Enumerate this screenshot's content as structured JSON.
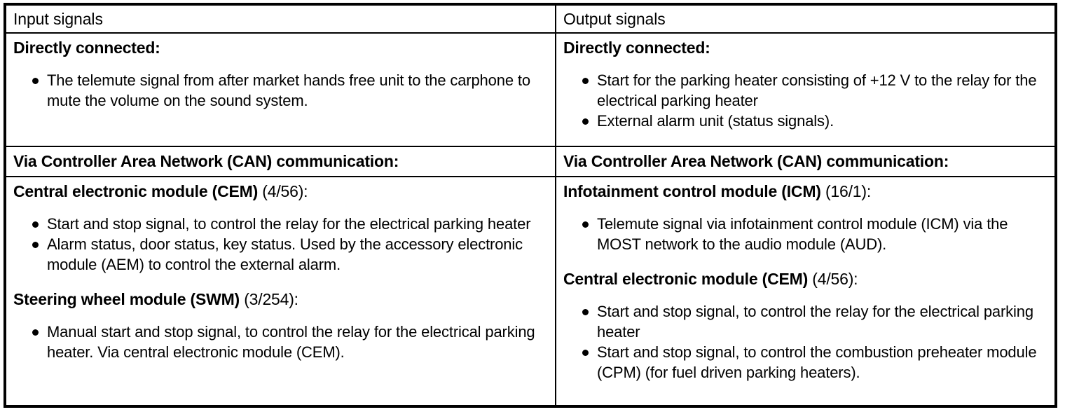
{
  "table": {
    "columns": [
      {
        "title": "Input signals"
      },
      {
        "title": "Output signals"
      }
    ],
    "rows": {
      "direct": {
        "heading": "Directly connected:",
        "left_bullets": [
          "The telemute signal from after market hands free unit to the carphone to mute the volume on the sound system."
        ],
        "right_bullets": [
          "Start for the parking heater consisting of +12 V to the relay for the electrical parking heater",
          "External alarm unit (status signals)."
        ]
      },
      "can_banner": {
        "left": "Via Controller Area Network (CAN) communication:",
        "right": "Via Controller Area Network (CAN) communication:"
      },
      "can_body": {
        "left": {
          "group1": {
            "heading_bold": "Central electronic module (CEM)",
            "heading_plain": " (4/56):",
            "bullets": [
              "Start and stop signal, to control the relay for the electrical parking heater",
              "Alarm status, door status, key status. Used by the accessory electronic module (AEM) to control the external alarm."
            ]
          },
          "group2": {
            "heading_bold": "Steering wheel module (SWM)",
            "heading_plain": " (3/254):",
            "bullets": [
              "Manual start and stop signal, to control the relay for the electrical parking heater. Via central electronic module (CEM)."
            ]
          }
        },
        "right": {
          "group1": {
            "heading_bold": "Infotainment control module (ICM)",
            "heading_plain": " (16/1):",
            "bullets": [
              "Telemute signal via infotainment control module (ICM) via the MOST network to the audio module (AUD)."
            ]
          },
          "group2": {
            "heading_bold": "Central electronic module (CEM)",
            "heading_plain": " (4/56):",
            "bullets": [
              "Start and stop signal, to control the relay for the electrical parking heater",
              "Start and stop signal, to control the combustion preheater module (CPM) (for fuel driven parking heaters)."
            ]
          }
        }
      }
    }
  },
  "colors": {
    "text": "#000000",
    "background": "#ffffff",
    "border": "#000000"
  }
}
